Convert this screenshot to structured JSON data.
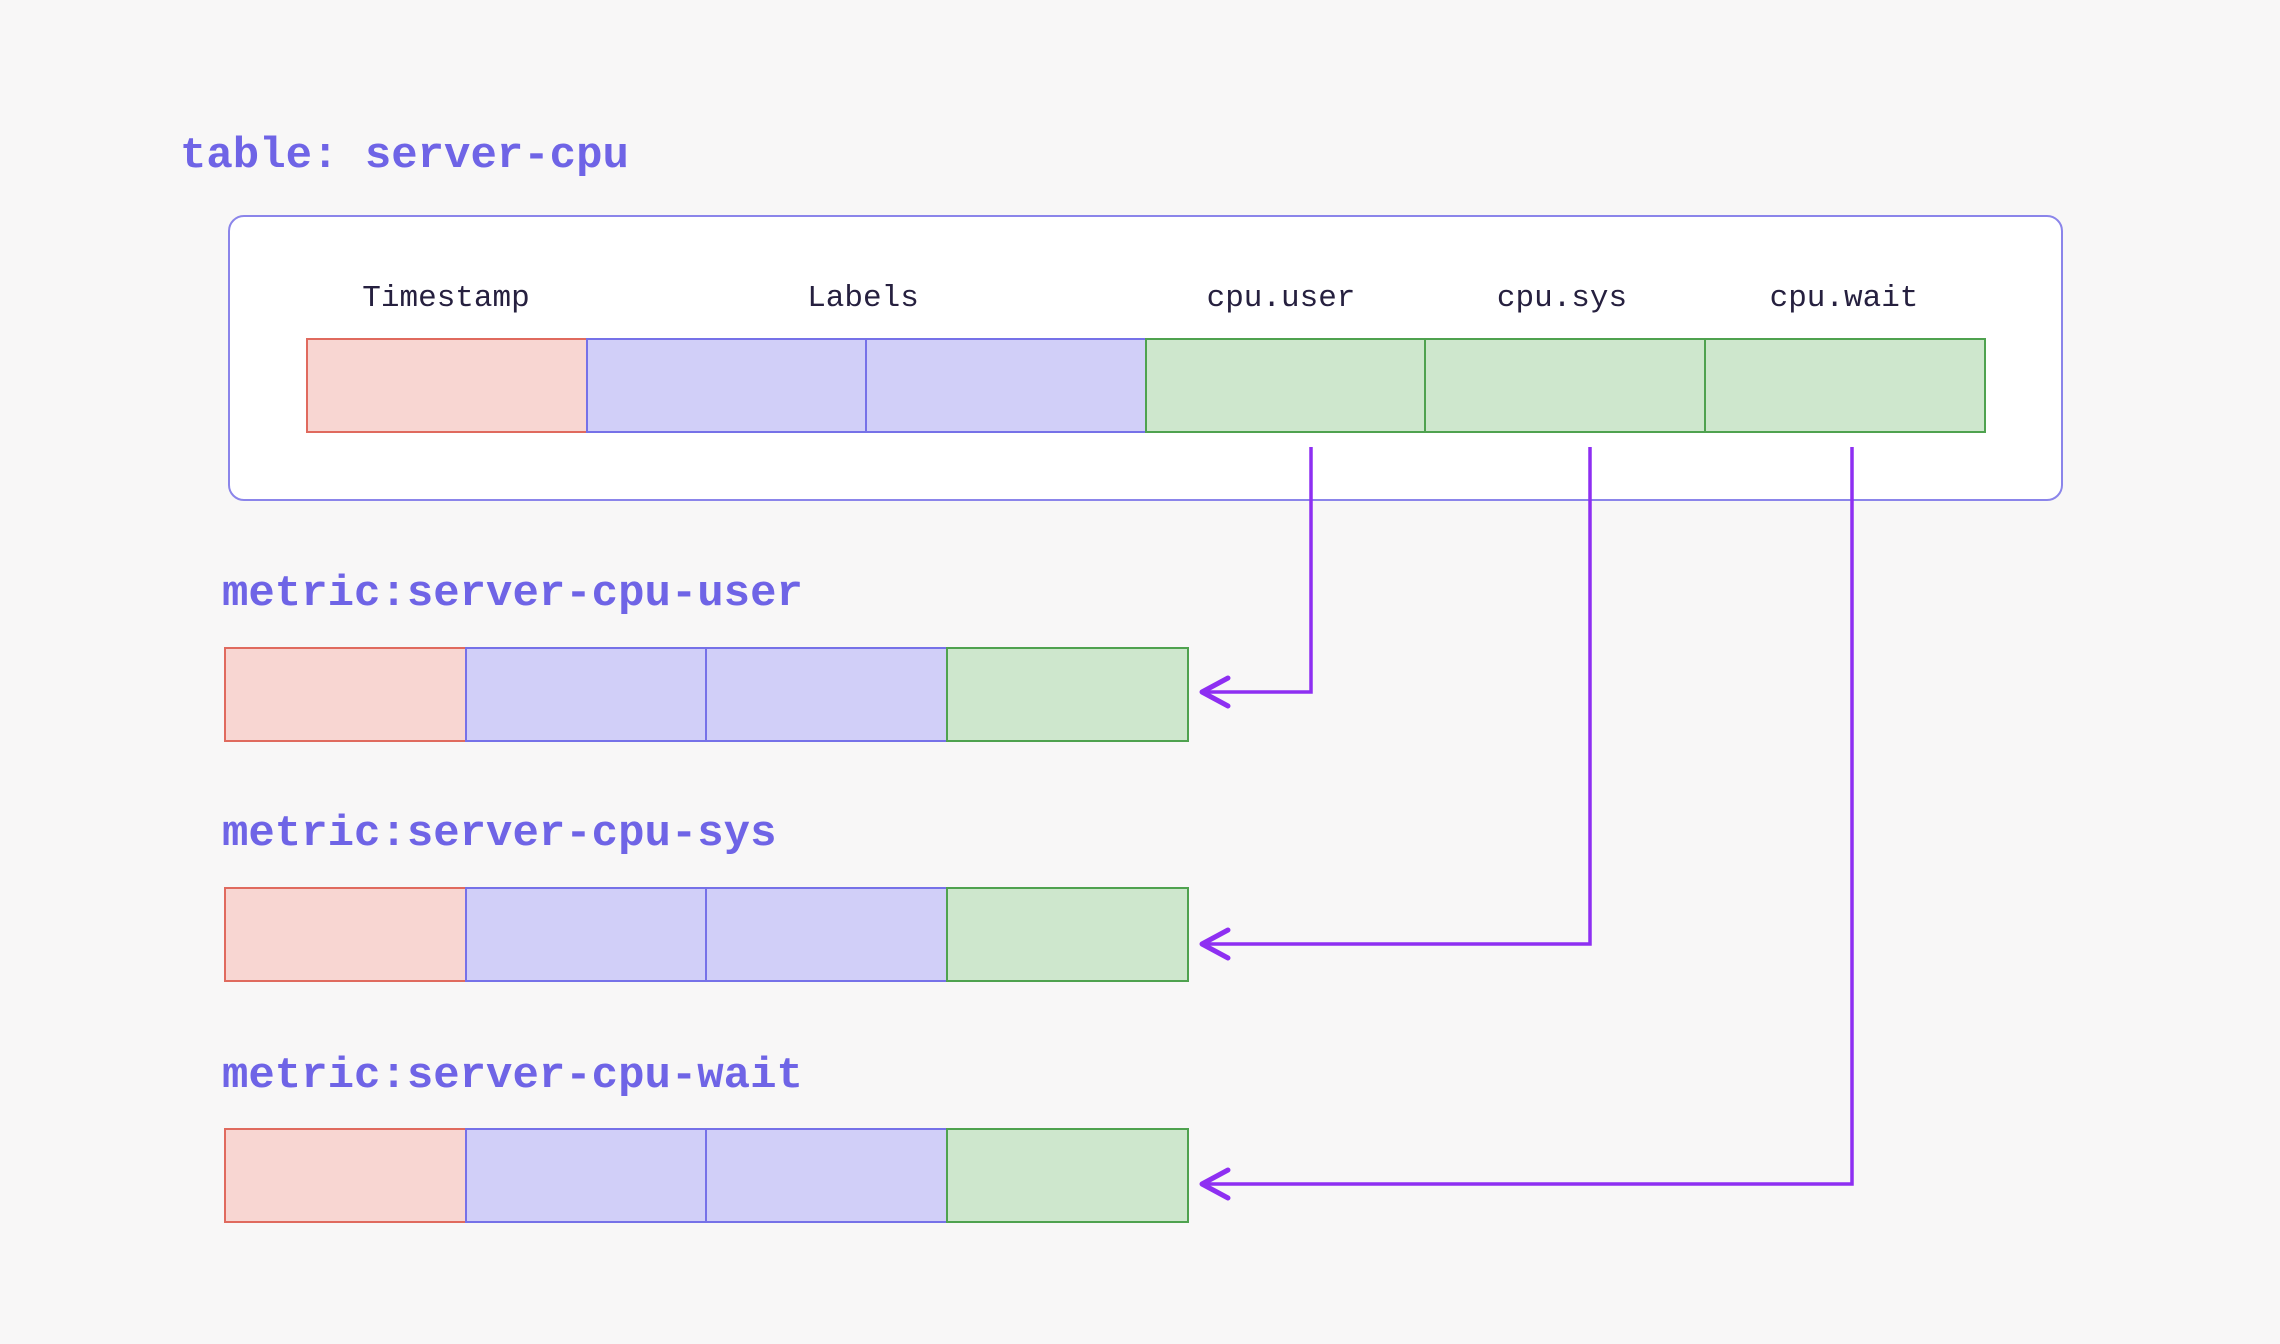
{
  "colors": {
    "page-bg": "#f8f7f7",
    "accent": "#6f64e6",
    "header-text": "#26203f",
    "container-border": "#8b85ea",
    "container-fill": "#ffffff",
    "arrow": "#8e2ff2",
    "timestamp-fill": "#f8d6d2",
    "timestamp-border": "#e06a5e",
    "labels-fill": "#d1cff8",
    "labels-border": "#7671e8",
    "field-fill": "#cee7cd",
    "field-border": "#4fa24f"
  },
  "table": {
    "title": "table: server-cpu",
    "columns": [
      {
        "label": "Timestamp",
        "type": "timestamp",
        "cells": 1
      },
      {
        "label": "Labels",
        "type": "labels",
        "cells": 2
      },
      {
        "label": "cpu.user",
        "type": "field",
        "cells": 1
      },
      {
        "label": "cpu.sys",
        "type": "field",
        "cells": 1
      },
      {
        "label": "cpu.wait",
        "type": "field",
        "cells": 1
      }
    ]
  },
  "metrics": [
    {
      "title": "metric:server-cpu-user",
      "from_column": "cpu.user",
      "cells": [
        "timestamp",
        "labels",
        "labels",
        "field"
      ]
    },
    {
      "title": "metric:server-cpu-sys",
      "from_column": "cpu.sys",
      "cells": [
        "timestamp",
        "labels",
        "labels",
        "field"
      ]
    },
    {
      "title": "metric:server-cpu-wait",
      "from_column": "cpu.wait",
      "cells": [
        "timestamp",
        "labels",
        "labels",
        "field"
      ]
    }
  ],
  "arrows": [
    {
      "from": "cpu.user",
      "to": "metric:server-cpu-user"
    },
    {
      "from": "cpu.sys",
      "to": "metric:server-cpu-sys"
    },
    {
      "from": "cpu.wait",
      "to": "metric:server-cpu-wait"
    }
  ]
}
